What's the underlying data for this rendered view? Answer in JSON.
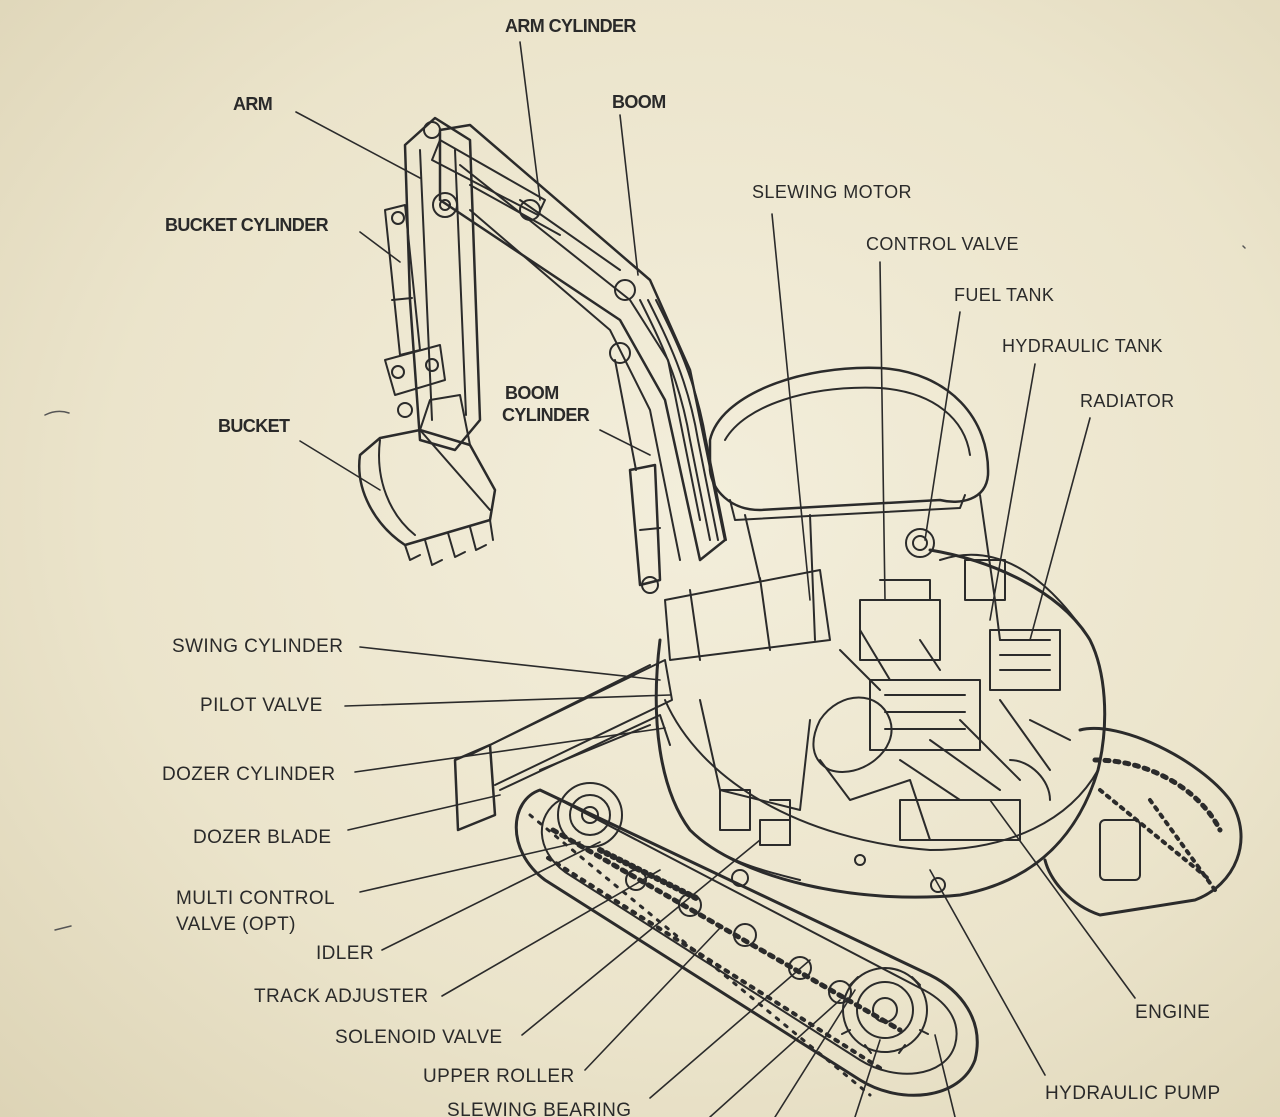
{
  "diagram": {
    "labels": {
      "arm_cylinder": "ARM CYLINDER",
      "arm": "ARM",
      "boom": "BOOM",
      "bucket_cylinder": "BUCKET CYLINDER",
      "slewing_motor": "SLEWING MOTOR",
      "control_valve": "CONTROL VALVE",
      "fuel_tank": "FUEL TANK",
      "hydraulic_tank": "HYDRAULIC TANK",
      "radiator": "RADIATOR",
      "boom_cylinder_line1": "BOOM",
      "boom_cylinder_line2": "CYLINDER",
      "bucket": "BUCKET",
      "swing_cylinder": "SWING CYLINDER",
      "pilot_valve": "PILOT VALVE",
      "dozer_cylinder": "DOZER CYLINDER",
      "dozer_blade": "DOZER BLADE",
      "multi_control_valve_line1": "MULTI CONTROL",
      "multi_control_valve_line2": "VALVE (OPT)",
      "idler": "IDLER",
      "track_adjuster": "TRACK ADJUSTER",
      "solenoid_valve": "SOLENOID VALVE",
      "upper_roller": "UPPER ROLLER",
      "slewing_bearing": "SLEWING BEARING",
      "engine": "ENGINE",
      "hydraulic_pump": "HYDRAULIC PUMP"
    }
  }
}
